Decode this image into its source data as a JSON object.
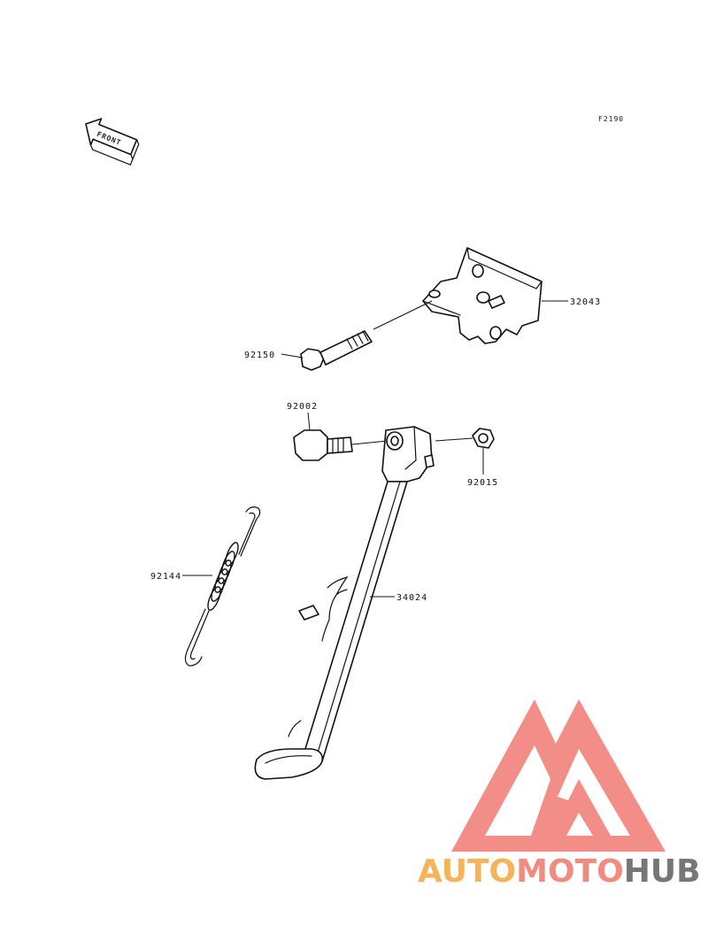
{
  "diagram": {
    "code": "F2190",
    "front_label": "FRONT",
    "parts": {
      "bracket": "32043",
      "bolt": "92150",
      "pivot_bolt": "92002",
      "nut": "92015",
      "spring": "92144",
      "stand": "34024"
    }
  },
  "watermark": {
    "part1": "AUTO",
    "part2": "MOTO",
    "part3": "HUB",
    "colors": {
      "auto": "#f5b35a",
      "moto": "#f08b80",
      "hub": "#777777",
      "triangle": "#f07a72"
    }
  }
}
